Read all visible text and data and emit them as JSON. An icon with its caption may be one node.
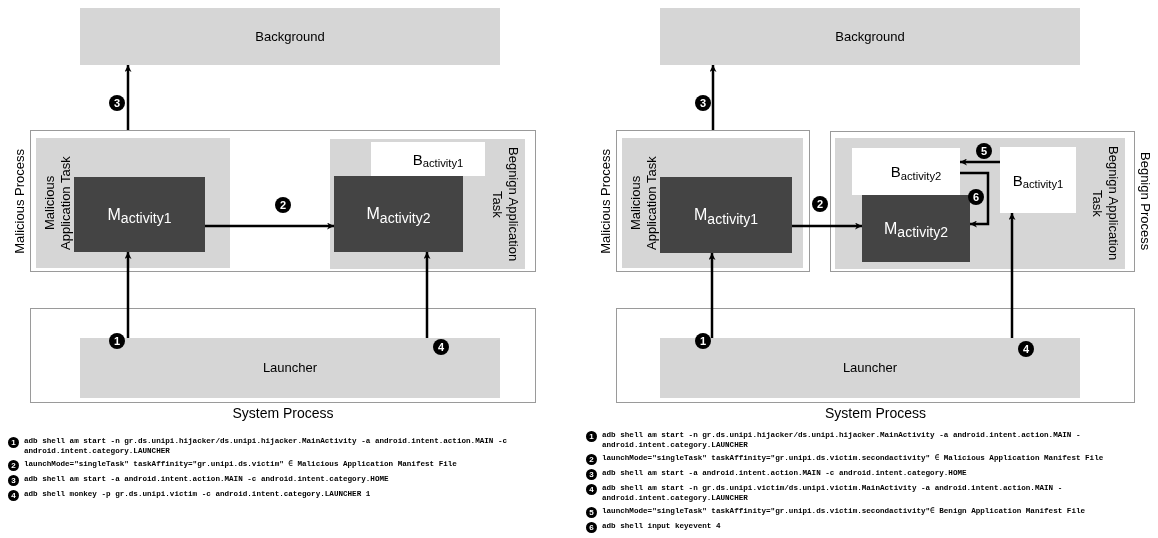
{
  "diagram": {
    "nodes": [
      {
        "text": [
          "Background"
        ]
      },
      {
        "text": [
          "Malicious Process"
        ]
      },
      {
        "text": [
          "Malicious Application Task"
        ],
        "in": 1
      },
      {
        "text": [
          "M$_{activity}$$_{1}$"
        ],
        "in": 2
      },
      {
        "text": [
          "Begnign Application Task"
        ],
        "in": 1
      },
      {
        "text": [
          "B$_{activity}$$_{1}$"
        ],
        "in": 4
      },
      {
        "text": [
          "M$_{activity}$$_{2}$"
        ],
        "in": 4
      },
      {
        "text": [
          "System Process"
        ]
      },
      {
        "text": [
          "Launcher"
        ],
        "in": 7
      },
      {
        "text": [
          "Background"
        ]
      },
      {
        "text": [
          "Malicious Process"
        ]
      },
      {
        "text": [
          "Malicious Application Task"
        ],
        "in": 10
      },
      {
        "text": [
          "M$_{activity}$$_{1}$"
        ],
        "in": 11
      },
      {
        "text": [
          "Begnign Process"
        ]
      },
      {
        "text": [
          "Begnign Application Task"
        ],
        "in": 13
      },
      {
        "text": [
          "B$_{activity}$$_{2}$"
        ],
        "in": 14
      },
      {
        "text": [
          "B$_{activity}$$_{1}$"
        ],
        "in": 14
      },
      {
        "text": [
          "M$_{activity}$$_{2}$"
        ],
        "in": 14
      },
      {
        "text": [
          "System Process"
        ]
      },
      {
        "text": [
          "Launcher"
        ],
        "in": 18
      }
    ],
    "edges": [
      {
        "from": 8,
        "to": 3,
        "arrow": "to",
        "label": "1"
      },
      {
        "from": 3,
        "to": 6,
        "arrow": "to",
        "label": "2"
      },
      {
        "from": 1,
        "to": 0,
        "arrow": "to",
        "label": "3"
      },
      {
        "from": 8,
        "to": 6,
        "arrow": "to",
        "label": "4"
      },
      {
        "from": 19,
        "to": 12,
        "arrow": "to",
        "label": "1"
      },
      {
        "from": 12,
        "to": 17,
        "arrow": "to",
        "label": "2"
      },
      {
        "from": 10,
        "to": 9,
        "arrow": "to",
        "label": "3"
      },
      {
        "from": 19,
        "to": 16,
        "arrow": "to",
        "label": "4"
      },
      {
        "from": 16,
        "to": 15,
        "arrow": "to",
        "label": "5"
      },
      {
        "from": 15,
        "to": 17,
        "arrow": "to",
        "label": "6"
      }
    ],
    "labels": [
      "1",
      "adb shell am start -n gr.ds.unipi.hijacker/ds.unipi.hijacker.MainActivity -a android.intent.action.MAIN -c android.intent.category.LAUNCHER",
      "2",
      "launchMode=\"singleTask\" taskAffinity=\"gr.unipi.ds.victim\" ∈ Malicious Application Manifest File",
      "3",
      "adb shell am start -a android.intent.action.MAIN -c android.intent.category.HOME",
      "4",
      "adb shell monkey -p gr.ds.unipi.victim -c android.intent.category.LAUNCHER 1",
      "1",
      "adb shell am start -n gr.ds.unipi.hijacker/ds.unipi.hijacker.MainActivity -a android.intent.action.MAIN - android.intent.category.LAUNCHER",
      "2",
      "launchMode=\"singleTask\" taskAffinity=\"gr.unipi.ds.victim.secondactivity\" ∈ Malicious Application Manifest File",
      "3",
      "adb shell am start -a android.intent.action.MAIN -c android.intent.category.HOME",
      "4",
      "adb shell am start -n gr.ds.unipi.victim/ds.unipi.victim.MainActivity -a android.intent.action.MAIN - android.intent.category.LAUNCHER",
      "5",
      "launchMode=\"singleTask\" taskAffinity=\"gr.unipi.ds.victim.secondactivity\"∈ Benign Application Manifest File",
      "6",
      "adb shell input keyevent 4"
    ]
  }
}
